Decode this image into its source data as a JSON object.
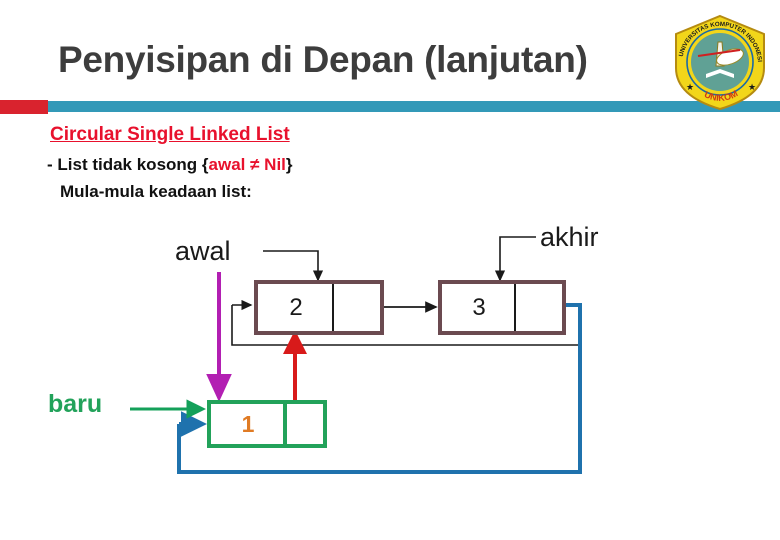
{
  "slide": {
    "title": "Penyisipan di Depan (lanjutan)",
    "accent_red": "#d9232e",
    "accent_teal": "#3399b8",
    "title_color": "#3d3d3d"
  },
  "logo": {
    "name": "unikom-logo",
    "outer_text": "UNIVERSITAS KOMPUTER INDONESIA",
    "bottom_text": "UNIKOM",
    "shield_color": "#f2d61a",
    "ring_color": "#1b6aa5"
  },
  "body": {
    "heading": "Circular Single Linked List",
    "heading_color": "#e8112d",
    "bullet_prefix": "- List tidak kosong {",
    "bullet_emph": "awal ≠ Nil",
    "bullet_suffix": "}",
    "subline": "Mula-mula keadaan list:"
  },
  "diagram": {
    "labels": {
      "awal": "awal",
      "akhir": "akhir",
      "baru": "baru"
    },
    "nodes": [
      {
        "id": "node2",
        "value": "2",
        "border_color": "#6b4a50",
        "value_color": "#1a1a1a"
      },
      {
        "id": "node3",
        "value": "3",
        "border_color": "#6b4a50",
        "value_color": "#1a1a1a"
      },
      {
        "id": "node1",
        "value": "1",
        "border_color": "#22a25a",
        "value_color": "#e07b24"
      }
    ],
    "colors": {
      "pointer_black": "#1a1a1a",
      "pointer_magenta": "#b21fb2",
      "pointer_red": "#d81a1a",
      "pointer_blue": "#1f72ad",
      "pointer_green": "#14a05a"
    }
  }
}
